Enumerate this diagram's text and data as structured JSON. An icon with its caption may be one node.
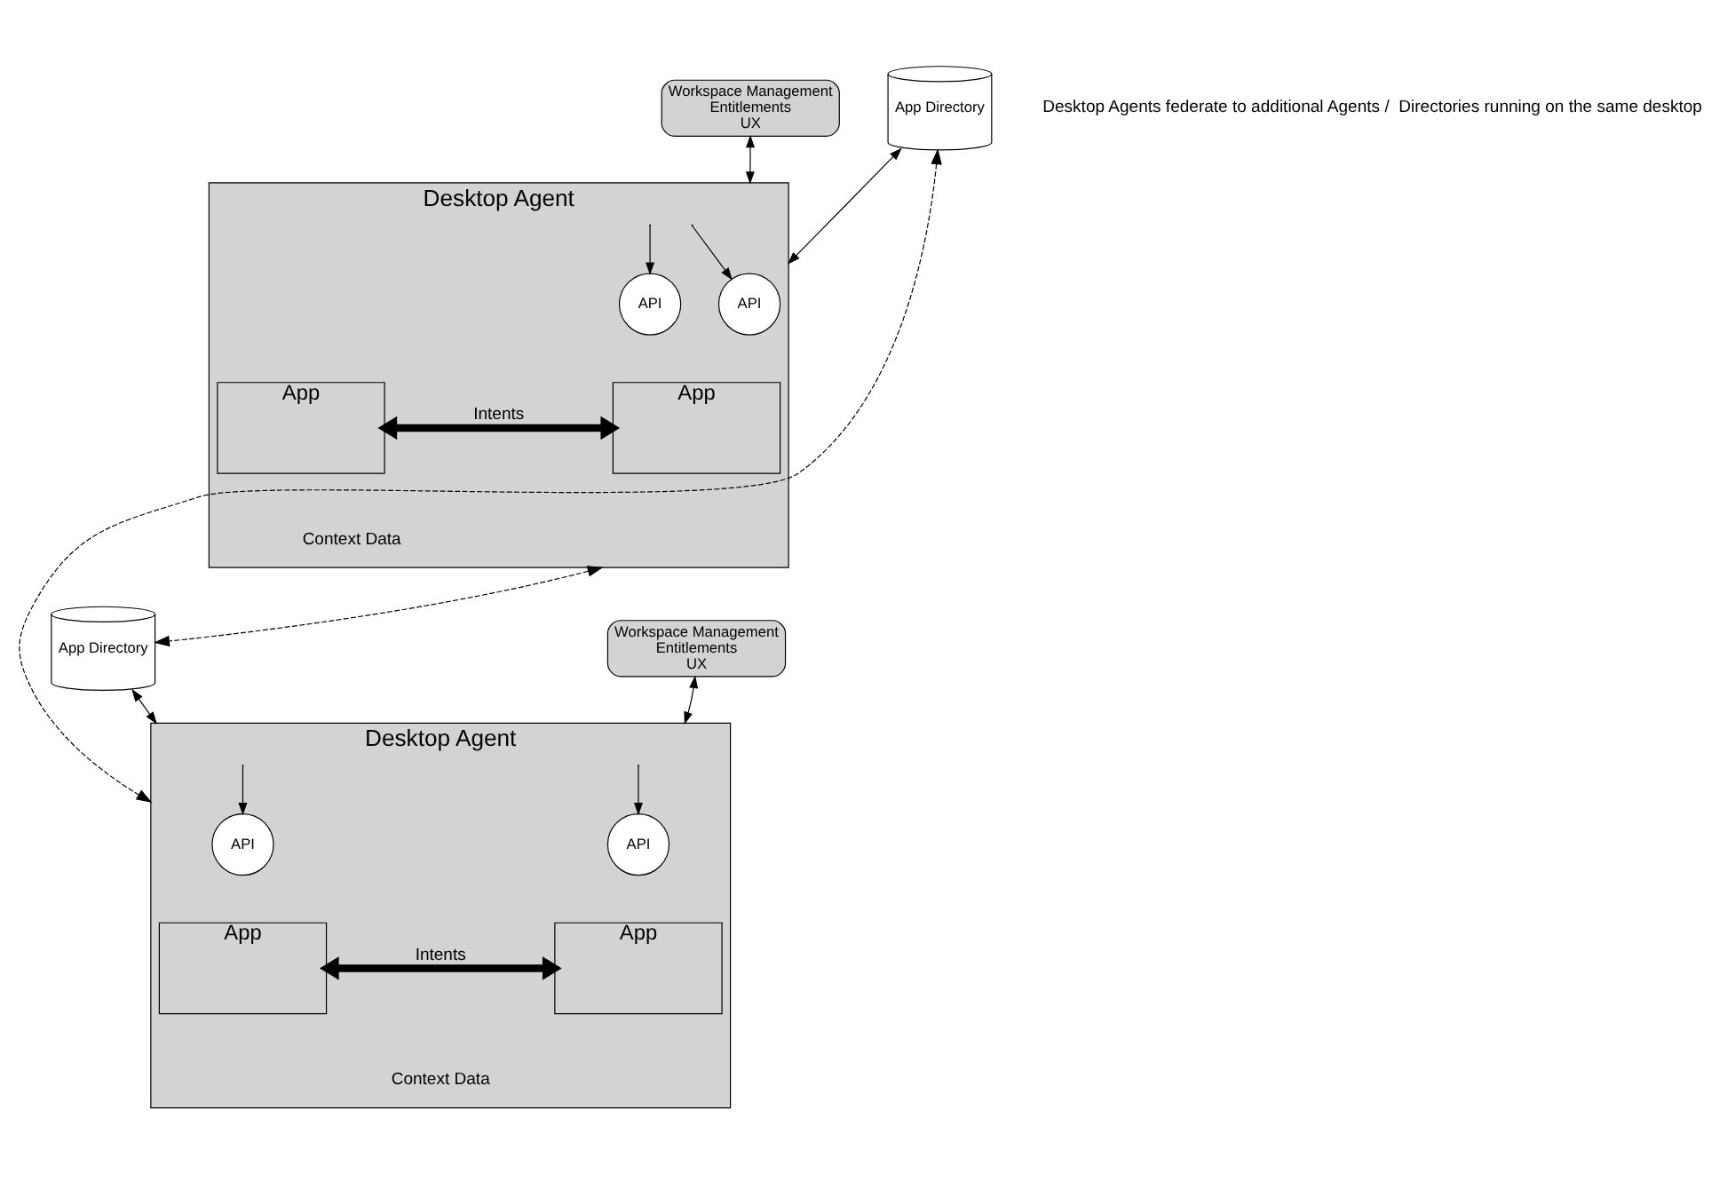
{
  "diagram": {
    "nodes": [
      {
        "text": [
          "App Directory"
        ]
      },
      {
        "text": [
          "Workspace Management",
          "Entitlements",
          "UX"
        ]
      },
      {
        "text": [
          "Desktop Agent"
        ]
      },
      {
        "text": [
          "App"
        ],
        "in": 2
      },
      {
        "text": [
          "API"
        ],
        "in": 2
      },
      {
        "text": [
          "API"
        ],
        "in": 2
      },
      {
        "text": [
          "App"
        ],
        "in": 2
      },
      {
        "text": [
          "App Directory"
        ]
      },
      {
        "text": [
          "Workspace Management",
          "Entitlements",
          "UX"
        ]
      },
      {
        "text": [
          "Desktop Agent"
        ]
      },
      {
        "text": [
          "App"
        ],
        "in": 9
      },
      {
        "text": [
          "API"
        ],
        "in": 9
      },
      {
        "text": [
          "API"
        ],
        "in": 9
      },
      {
        "text": [
          "App"
        ],
        "in": 9
      }
    ],
    "edges": [
      {
        "from": 0,
        "to": 2,
        "arrow": "both"
      },
      {
        "from": 1,
        "to": 2,
        "arrow": "both"
      },
      {
        "from": null,
        "to": 4,
        "arrow": "to"
      },
      {
        "from": null,
        "to": 5,
        "arrow": "to"
      },
      {
        "from": 3,
        "to": 6,
        "arrow": "both",
        "label": "Intents",
        "style": "thick"
      },
      {
        "from": 2,
        "to": 7,
        "arrow": "both",
        "style": "dashed"
      },
      {
        "from": 0,
        "to": 9,
        "arrow": "both",
        "style": "dashed"
      },
      {
        "from": 7,
        "to": 9,
        "arrow": "both"
      },
      {
        "from": 8,
        "to": 9,
        "arrow": "both"
      },
      {
        "from": null,
        "to": 11,
        "arrow": "to"
      },
      {
        "from": null,
        "to": 12,
        "arrow": "to"
      },
      {
        "from": 10,
        "to": 13,
        "arrow": "both",
        "label": "Intents",
        "style": "thick"
      }
    ],
    "labels": [
      "Desktop Agents federate to additional Agents /  Directories running on the same desktop",
      "Context Data",
      "Context Data"
    ]
  }
}
